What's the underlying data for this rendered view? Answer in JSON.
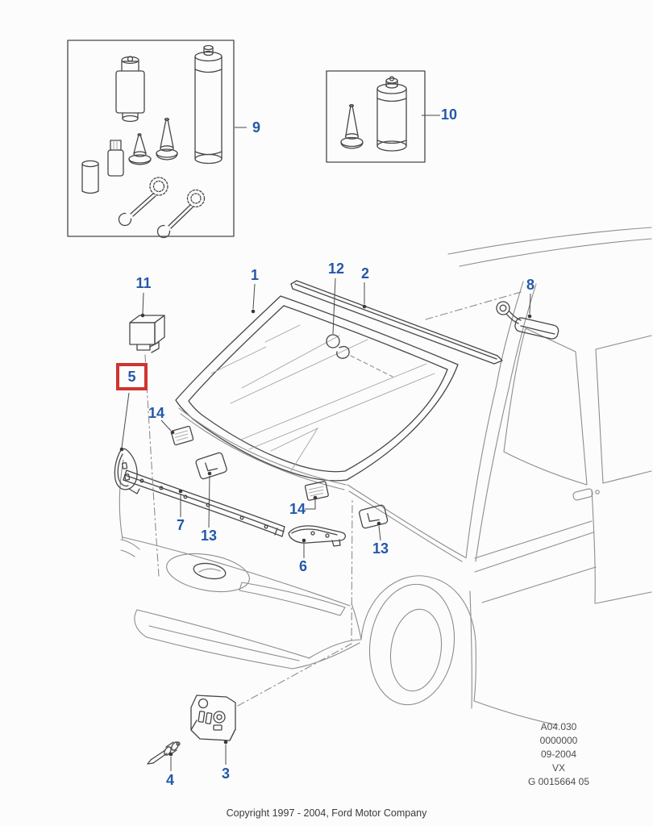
{
  "diagram": {
    "callouts": {
      "part1": "1",
      "part2": "2",
      "part3": "3",
      "part4": "4",
      "part5": "5",
      "part6": "6",
      "part7": "7",
      "part8": "8",
      "part9": "9",
      "part10": "10",
      "part11": "11",
      "part12": "12",
      "part13": "13",
      "part14": "14"
    },
    "highlighted_part": "5",
    "info_block": {
      "lines": [
        "A04.030",
        "0000000",
        "09-2004",
        "VX",
        "G 0015664 05"
      ]
    },
    "footer": {
      "copyright": "Copyright 1997 - 2004, Ford Motor Company"
    },
    "colors": {
      "callout_blue": "#2458a8",
      "highlight_red": "#cf3430",
      "line_dark": "#474747",
      "line_light": "#8d8d8d",
      "background": "#fcfcfc"
    }
  }
}
